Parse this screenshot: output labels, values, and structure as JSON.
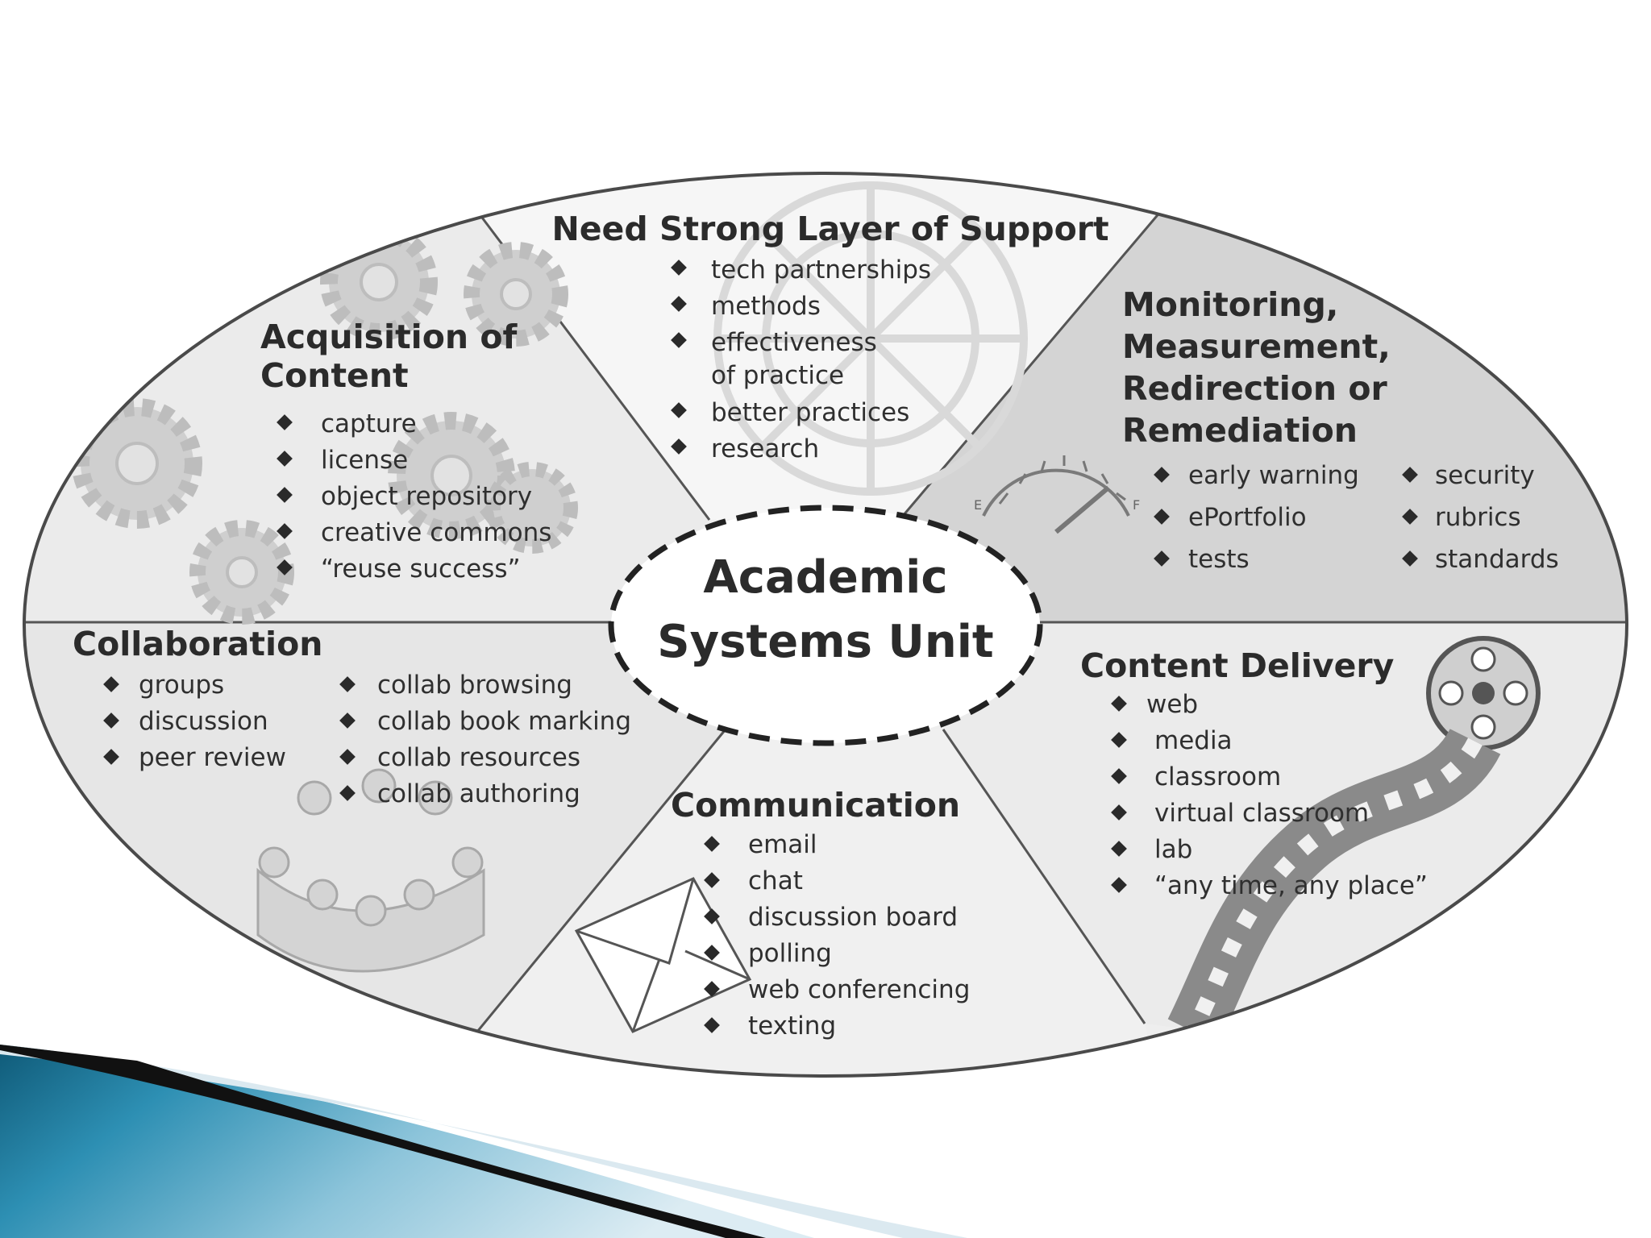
{
  "center": {
    "line1": "Academic",
    "line2": "Systems Unit"
  },
  "support": {
    "title": "Need Strong Layer of Support",
    "items": [
      "tech partnerships",
      "methods",
      "effectiveness",
      "of practice",
      "better practices",
      "research"
    ]
  },
  "acquisition": {
    "title_line1": "Acquisition of",
    "title_line2": "Content",
    "items": [
      "capture",
      "license",
      "object repository",
      "creative commons",
      "“reuse success”"
    ]
  },
  "monitoring": {
    "title_lines": [
      "Monitoring,",
      "Measurement,",
      "Redirection or",
      "Remediation"
    ],
    "items_left": [
      "early warning",
      "ePortfolio",
      "tests"
    ],
    "items_right": [
      "security",
      "rubrics",
      "standards"
    ],
    "gauge_e": "E",
    "gauge_f": "F"
  },
  "collaboration": {
    "title": "Collaboration",
    "items_left": [
      "groups",
      "discussion",
      "peer review"
    ],
    "items_right": [
      "collab browsing",
      "collab book marking",
      "collab resources",
      "collab authoring"
    ]
  },
  "communication": {
    "title": "Communication",
    "items": [
      "email",
      "chat",
      "discussion board",
      "polling",
      "web conferencing",
      "texting"
    ]
  },
  "delivery": {
    "title": "Content Delivery",
    "items": [
      "web",
      "media",
      "classroom",
      "virtual classroom",
      "lab",
      "“any time, any place”"
    ]
  },
  "colors": {
    "ring_light": "#f0f0f0",
    "ring_dark": "#d2d2d2",
    "outline": "#4a4a4a",
    "text": "#2b2b2b",
    "accent_blue": "#1a6e8e"
  }
}
